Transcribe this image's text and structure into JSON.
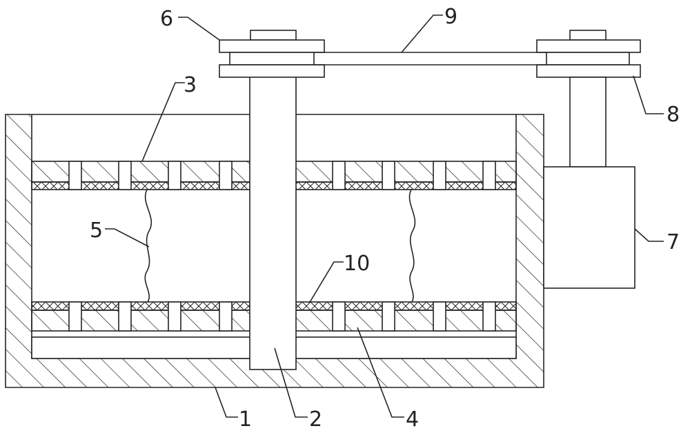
{
  "labels": {
    "l1": "1",
    "l2": "2",
    "l3": "3",
    "l4": "4",
    "l5": "5",
    "l6": "6",
    "l7": "7",
    "l8": "8",
    "l9": "9",
    "l10": "10"
  },
  "colors": {
    "stroke": "#222222",
    "background": "#ffffff"
  }
}
